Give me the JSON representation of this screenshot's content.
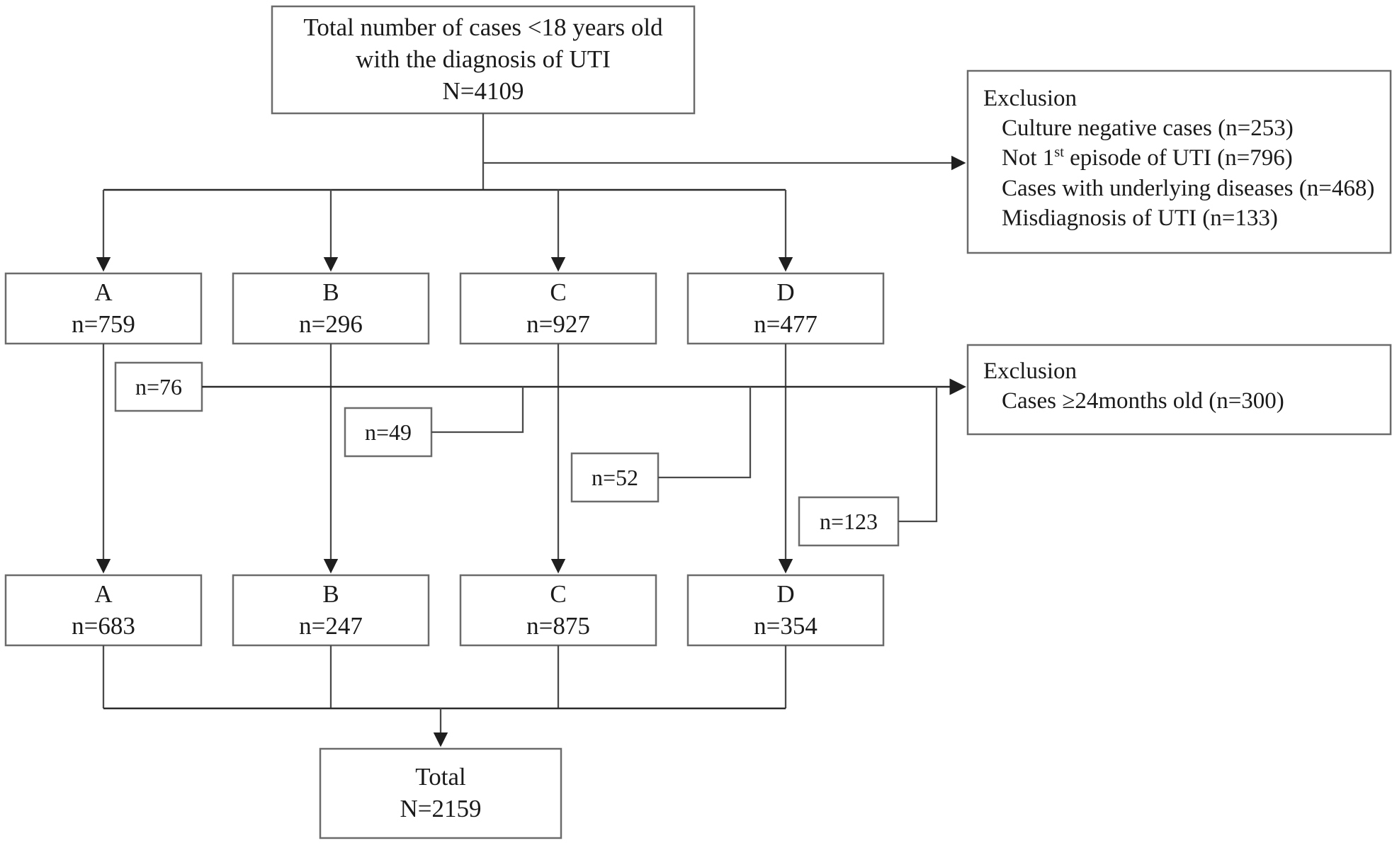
{
  "diagram": {
    "type": "flowchart",
    "title": "Patient selection flow diagram for pediatric UTI cases",
    "stroke_color": "#6b6b6b",
    "connector_color": "#4a4a4a",
    "background": "#ffffff"
  },
  "top_box": {
    "line1": "Total number of cases <18 years old",
    "line2": "with the diagnosis of UTI",
    "line3": "N=4109",
    "total_n": 4109
  },
  "exclusion_1": {
    "heading": "Exclusion",
    "items": [
      {
        "label": "Culture negative cases (n=253)",
        "n": 253
      },
      {
        "label_pre": "Not 1",
        "label_sup": "st",
        "label_post": " episode of UTI (n=796)",
        "n": 796
      },
      {
        "label": "Cases with underlying diseases (n=468)",
        "n": 468
      },
      {
        "label": "Misdiagnosis of UTI (n=133)",
        "n": 133
      }
    ]
  },
  "exclusion_2": {
    "heading": "Exclusion",
    "items": [
      {
        "label": "Cases ≥24months old (n=300)",
        "n": 300
      }
    ]
  },
  "groups_row1": [
    {
      "name": "A",
      "count_label": "n=759",
      "n": 759
    },
    {
      "name": "B",
      "count_label": "n=296",
      "n": 296
    },
    {
      "name": "C",
      "count_label": "n=927",
      "n": 927
    },
    {
      "name": "D",
      "count_label": "n=477",
      "n": 477
    }
  ],
  "drop_outs": [
    {
      "from_group": "A",
      "label": "n=76",
      "n": 76
    },
    {
      "from_group": "B",
      "label": "n=49",
      "n": 49
    },
    {
      "from_group": "C",
      "label": "n=52",
      "n": 52
    },
    {
      "from_group": "D",
      "label": "n=123",
      "n": 123
    }
  ],
  "groups_row2": [
    {
      "name": "A",
      "count_label": "n=683",
      "n": 683
    },
    {
      "name": "B",
      "count_label": "n=247",
      "n": 247
    },
    {
      "name": "C",
      "count_label": "n=875",
      "n": 875
    },
    {
      "name": "D",
      "count_label": "n=354",
      "n": 354
    }
  ],
  "total_box": {
    "label": "Total",
    "count_label": "N=2159",
    "n": 2159
  }
}
